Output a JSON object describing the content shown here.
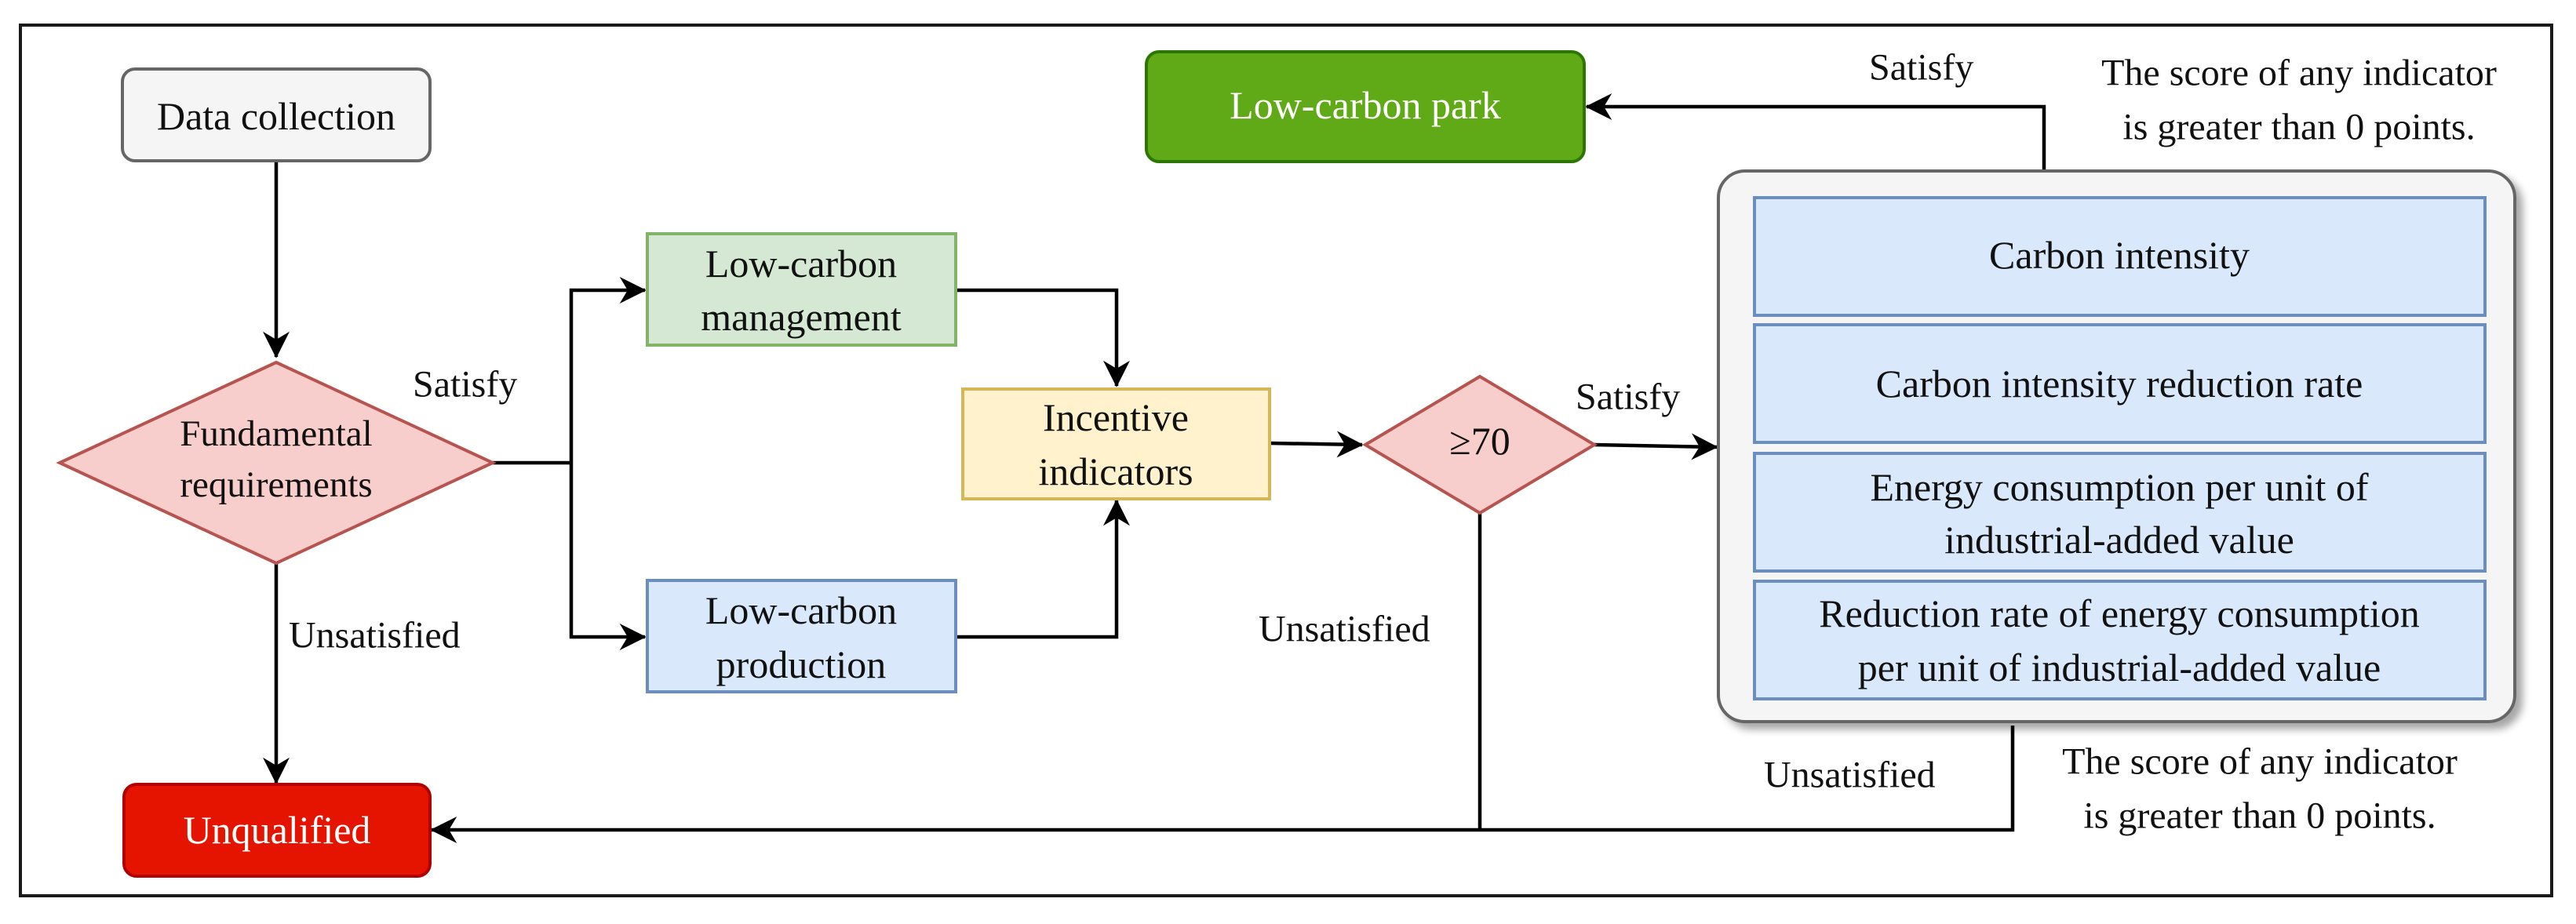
{
  "nodes": {
    "data_collection": "Data collection",
    "fundamental_requirements": [
      "Fundamental",
      "requirements"
    ],
    "low_carbon_management": [
      "Low-carbon",
      "management"
    ],
    "low_carbon_production": [
      "Low-carbon",
      "production"
    ],
    "incentive_indicators": [
      "Incentive",
      "indicators"
    ],
    "threshold": "≥70",
    "low_carbon_park": "Low-carbon park",
    "unqualified": "Unqualified",
    "indicators": [
      [
        "Carbon intensity"
      ],
      [
        "Carbon intensity reduction rate"
      ],
      [
        "Energy consumption per unit of",
        "industrial-added value"
      ],
      [
        "Reduction rate of energy consumption",
        "per unit of industrial-added value"
      ]
    ]
  },
  "edge_labels": {
    "satisfy_fundamental": "Satisfy",
    "unsatisfied_fundamental": "Unsatisfied",
    "satisfy_threshold": "Satisfy",
    "unsatisfied_threshold": "Unsatisfied",
    "satisfy_indicators": "Satisfy",
    "unsatisfied_indicators": "Unsatisfied"
  },
  "notes": {
    "top_note": [
      "The score of any indicator",
      "is greater than 0 points."
    ],
    "bottom_note": [
      "The score of any indicator",
      "is greater than 0 points."
    ]
  },
  "colors": {
    "gray_fill": "#f5f5f5",
    "gray_stroke": "#666666",
    "pink_fill": "#f8cecc",
    "pink_stroke": "#b85450",
    "green_fill": "#d5e8d4",
    "green_stroke": "#82b366",
    "blue_fill": "#dae8fc",
    "blue_stroke": "#6c8ebf",
    "yellow_fill": "#fff2cc",
    "yellow_stroke": "#d6b656",
    "park_fill": "#60a917",
    "park_stroke": "#2d7600",
    "unqualified_fill": "#e51400",
    "unqualified_stroke": "#b20000"
  }
}
